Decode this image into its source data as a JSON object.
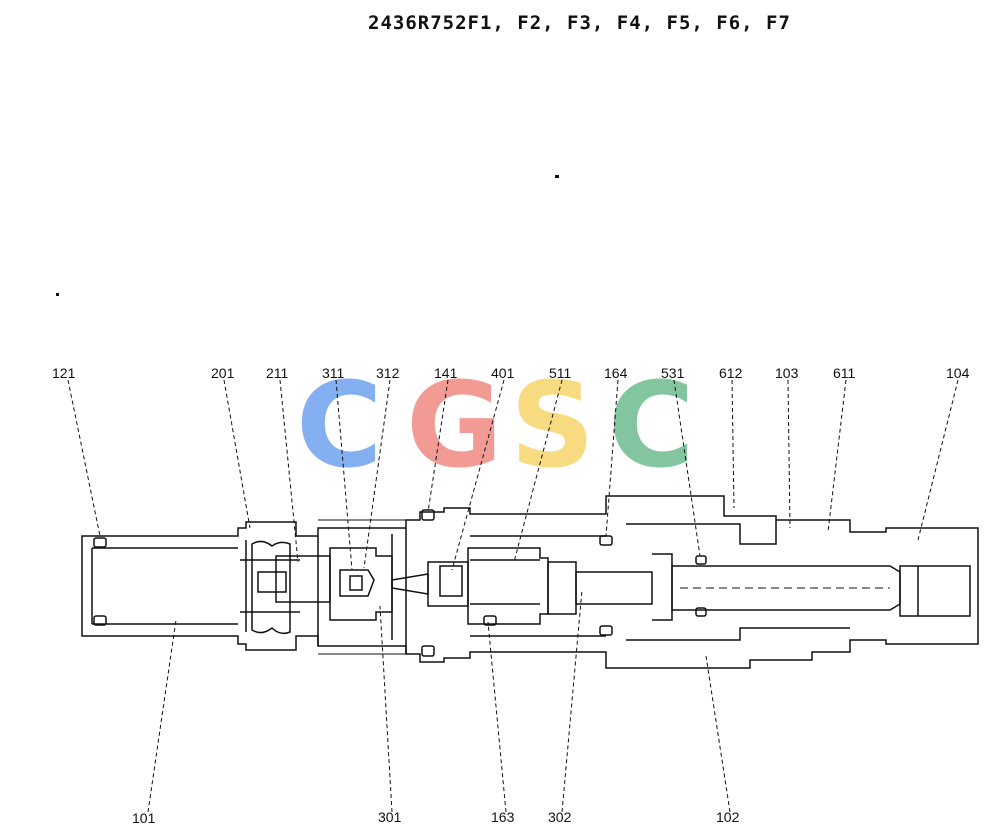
{
  "title": "2436R752F1, F2, F3, F4, F5, F6, F7",
  "watermark": {
    "letters": [
      "C",
      "G",
      "S",
      "C"
    ],
    "colors": [
      "#6fa3ef",
      "#f08a82",
      "#f7d56a",
      "#6dbb8e"
    ]
  },
  "parts": {
    "p121": "121",
    "p201": "201",
    "p211": "211",
    "p311": "311",
    "p312": "312",
    "p141": "141",
    "p401": "401",
    "p511": "511",
    "p164": "164",
    "p531": "531",
    "p612": "612",
    "p103": "103",
    "p611": "611",
    "p104": "104",
    "p101": "101",
    "p301": "301",
    "p163": "163",
    "p302": "302",
    "p102": "102"
  }
}
